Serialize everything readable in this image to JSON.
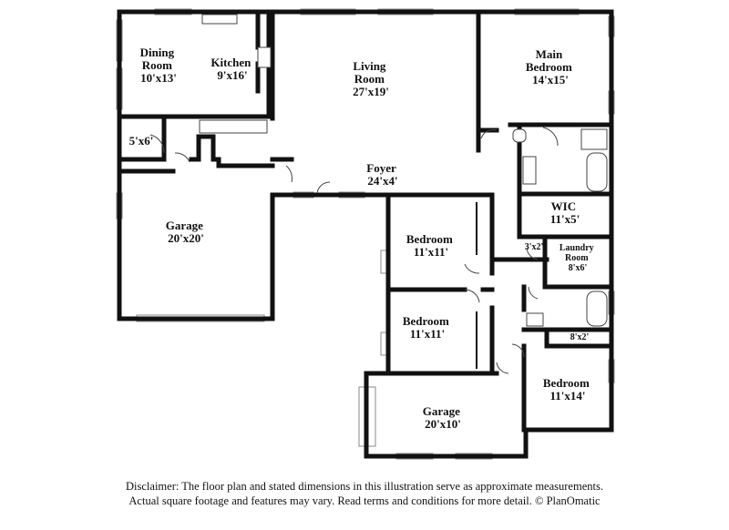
{
  "rooms": [
    {
      "key": "dining",
      "lines": [
        "Dining",
        "Room",
        "10'x13'"
      ]
    },
    {
      "key": "kitchen",
      "lines": [
        "Kitchen",
        "9'x16'"
      ]
    },
    {
      "key": "living",
      "lines": [
        "Living",
        "Room",
        "27'x19'"
      ]
    },
    {
      "key": "main_bedroom",
      "lines": [
        "Main",
        "Bedroom",
        "14'x15'"
      ]
    },
    {
      "key": "closet_5x6",
      "lines": [
        "5'x6'"
      ]
    },
    {
      "key": "foyer",
      "lines": [
        "Foyer",
        "24'x4'"
      ]
    },
    {
      "key": "wic",
      "lines": [
        "WIC",
        "11'x5'"
      ]
    },
    {
      "key": "garage_main",
      "lines": [
        "Garage",
        "20'x20'"
      ]
    },
    {
      "key": "bedroom_1",
      "lines": [
        "Bedroom",
        "11'x11'"
      ]
    },
    {
      "key": "closet_3x2",
      "lines": [
        "3'x2'"
      ]
    },
    {
      "key": "laundry",
      "lines": [
        "Laundry",
        "Room",
        "8'x6'"
      ]
    },
    {
      "key": "bedroom_2",
      "lines": [
        "Bedroom",
        "11'x11'"
      ]
    },
    {
      "key": "closet_8x2",
      "lines": [
        "8'x2'"
      ]
    },
    {
      "key": "bedroom_3",
      "lines": [
        "Bedroom",
        "11'x14'"
      ]
    },
    {
      "key": "garage_small",
      "lines": [
        "Garage",
        "20'x10'"
      ]
    }
  ],
  "disclaimer": {
    "line1": "Disclaimer: The floor plan and stated dimensions in this illustration serve as approximate measurements.",
    "line2": "Actual square footage and features may vary. Read terms and conditions for more detail. © PlanOmatic"
  }
}
